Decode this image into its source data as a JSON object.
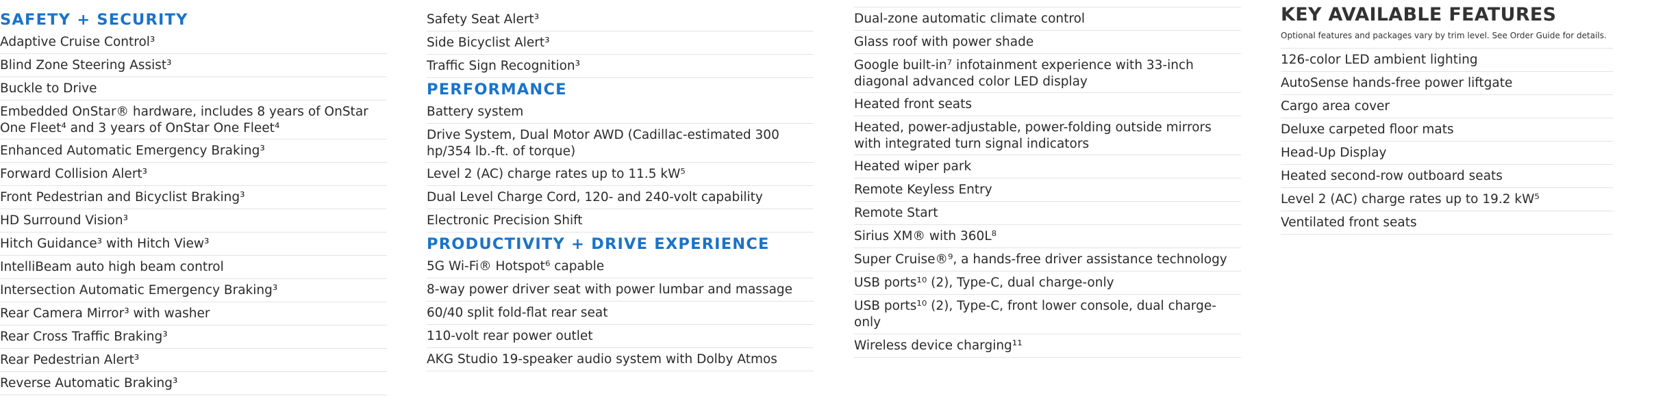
{
  "safety": {
    "heading": "SAFETY + SECURITY",
    "items": [
      "Adaptive Cruise Control³",
      "Blind Zone Steering Assist³",
      "Buckle to Drive",
      "Embedded OnStar® hardware, includes 8 years of OnStar One Fleet⁴ and 3 years of OnStar One Fleet⁴",
      "Enhanced Automatic Emergency Braking³",
      "Forward Collision Alert³",
      "Front Pedestrian and Bicyclist Braking³",
      "HD Surround Vision³",
      "Hitch Guidance³ with Hitch View³",
      "IntelliBeam auto high beam control",
      "Intersection Automatic Emergency Braking³",
      "Rear Camera Mirror³ with washer",
      "Rear Cross Traffic Braking³",
      "Rear Pedestrian Alert³",
      "Reverse Automatic Braking³"
    ]
  },
  "safety_cont": {
    "items": [
      "Safety Seat Alert³",
      "Side Bicyclist Alert³",
      "Traffic Sign Recognition³"
    ]
  },
  "performance": {
    "heading": "PERFORMANCE",
    "items": [
      "Battery system",
      "Drive System, Dual Motor AWD (Cadillac-estimated 300 hp/354 lb.-ft. of torque)",
      "Level 2 (AC) charge rates up to 11.5 kW⁵",
      "Dual Level Charge Cord, 120- and 240-volt capability",
      "Electronic Precision Shift"
    ]
  },
  "productivity": {
    "heading": "PRODUCTIVITY + DRIVE EXPERIENCE",
    "items": [
      "5G Wi-Fi® Hotspot⁶ capable",
      "8-way power driver seat with power lumbar and massage",
      "60/40 split fold-flat rear seat",
      "110-volt rear power outlet",
      "AKG Studio 19-speaker audio system with Dolby Atmos"
    ]
  },
  "productivity_cont": {
    "items": [
      "Dual-zone automatic climate control",
      "Glass roof with power shade",
      "Google built-in⁷ infotainment experience with 33-inch diagonal advanced color LED display",
      "Heated front seats",
      "Heated, power-adjustable, power-folding outside mirrors with integrated turn signal indicators",
      "Heated wiper park",
      "Remote Keyless Entry",
      "Remote Start",
      "Sirius XM® with 360L⁸",
      "Super Cruise®⁹, a hands-free driver assistance technology",
      "USB ports¹⁰ (2), Type-C, dual charge-only",
      "USB ports¹⁰ (2), Type-C, front lower console, dual charge-only",
      "Wireless device charging¹¹"
    ]
  },
  "key_features": {
    "title": "KEY AVAILABLE FEATURES",
    "note": "Optional features and packages vary by trim level. See Order Guide for details.",
    "items": [
      "126-color LED ambient lighting",
      "AutoSense hands-free power liftgate",
      "Cargo area cover",
      "Deluxe carpeted floor mats",
      "Head-Up Display",
      "Heated second-row outboard seats",
      "Level 2 (AC) charge rates up to 19.2 kW⁵",
      "Ventilated front seats"
    ]
  },
  "colors": {
    "heading_blue": "#1a73c9",
    "divider": "#e3e3e3"
  }
}
